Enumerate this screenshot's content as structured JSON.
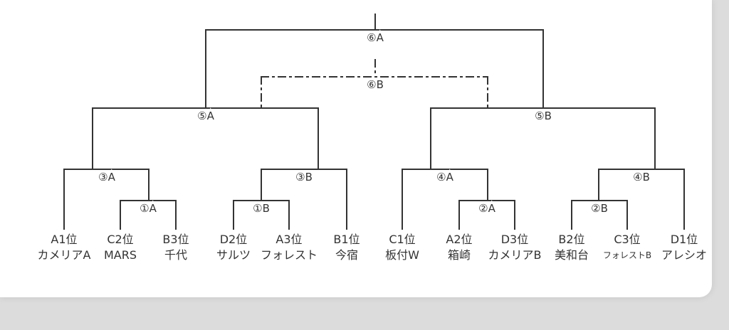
{
  "matches": {
    "final_a": "⑥A",
    "final_b": "⑥B",
    "semi_5a": "⑤A",
    "semi_5b": "⑤B",
    "m3a": "③A",
    "m3b": "③B",
    "m4a": "④A",
    "m4b": "④B",
    "m1a": "①A",
    "m1b": "①B",
    "m2a": "②A",
    "m2b": "②B"
  },
  "teams": [
    {
      "seed": "A1位",
      "name": "カメリアA"
    },
    {
      "seed": "C2位",
      "name": "MARS"
    },
    {
      "seed": "B3位",
      "name": "千代"
    },
    {
      "seed": "D2位",
      "name": "サルツ"
    },
    {
      "seed": "A3位",
      "name": "フォレスト"
    },
    {
      "seed": "B1位",
      "name": "今宿"
    },
    {
      "seed": "C1位",
      "name": "板付W"
    },
    {
      "seed": "A2位",
      "name": "箱崎"
    },
    {
      "seed": "D3位",
      "name": "カメリアB"
    },
    {
      "seed": "B2位",
      "name": "美和台"
    },
    {
      "seed": "C3位",
      "name": "フォレストB"
    },
    {
      "seed": "D1位",
      "name": "アレシオ"
    }
  ]
}
